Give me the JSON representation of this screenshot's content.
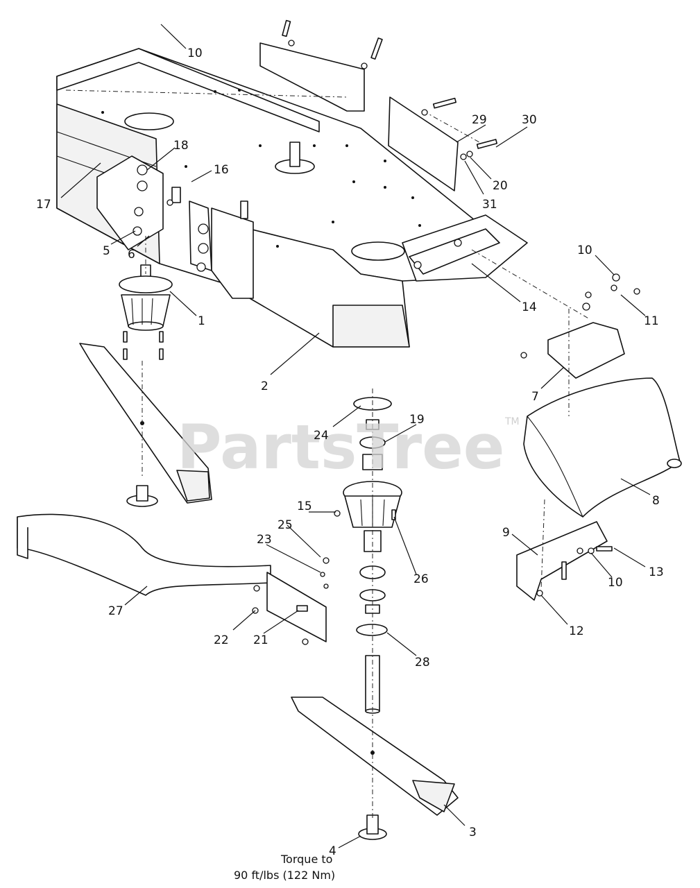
{
  "watermark": {
    "brand": "PartsTree",
    "trademark": "TM"
  },
  "callouts": {
    "c1": "1",
    "c2": "2",
    "c3": "3",
    "c4": "4",
    "c5": "5",
    "c6": "6",
    "c7": "7",
    "c8": "8",
    "c9": "9",
    "c10_top": "10",
    "c10_right": "10",
    "c10_bracket": "10",
    "c11": "11",
    "c12": "12",
    "c13": "13",
    "c14": "14",
    "c15": "15",
    "c16": "16",
    "c17": "17",
    "c18": "18",
    "c19": "19",
    "c20": "20",
    "c21": "21",
    "c22": "22",
    "c23": "23",
    "c24": "24",
    "c25": "25",
    "c26": "26",
    "c27": "27",
    "c28": "28",
    "c29": "29",
    "c30": "30",
    "c31": "31"
  },
  "torque_note": {
    "line1": "Torque to",
    "line2": "90 ft/lbs (122 Nm)"
  }
}
